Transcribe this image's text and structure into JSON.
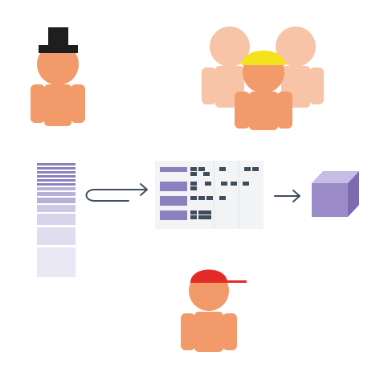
{
  "diagram": {
    "actors": [
      {
        "role": "top-hat-person",
        "hat": "top-hat"
      },
      {
        "role": "team",
        "members": 3,
        "hat": "hard-hat"
      },
      {
        "role": "cap-person",
        "hat": "baseball-cap"
      }
    ],
    "flow": [
      "layered-data-stack",
      "table-grid",
      "data-cube"
    ],
    "icons": [
      "top-hat-icon",
      "hard-hat-icon",
      "cap-icon",
      "curved-arrow-icon",
      "arrow-right-icon",
      "cube-icon"
    ]
  },
  "colors": {
    "skin": "#f39a6b",
    "skin_light": "#f7c4a8",
    "top_hat": "#1e1e1e",
    "hard_hat": "#f4e21c",
    "cap": "#e32a27",
    "purple_dark": "#8d80be",
    "purple_mid": "#b7b0d9",
    "purple_light": "#e9e7f4",
    "grid_dark": "#3f4d5c",
    "grid_bg": "#f3f4f5",
    "arrow": "#3f4d5c",
    "cube_front": "#9a8bc8",
    "cube_top": "#c5bde3",
    "cube_side": "#7a6caf"
  }
}
